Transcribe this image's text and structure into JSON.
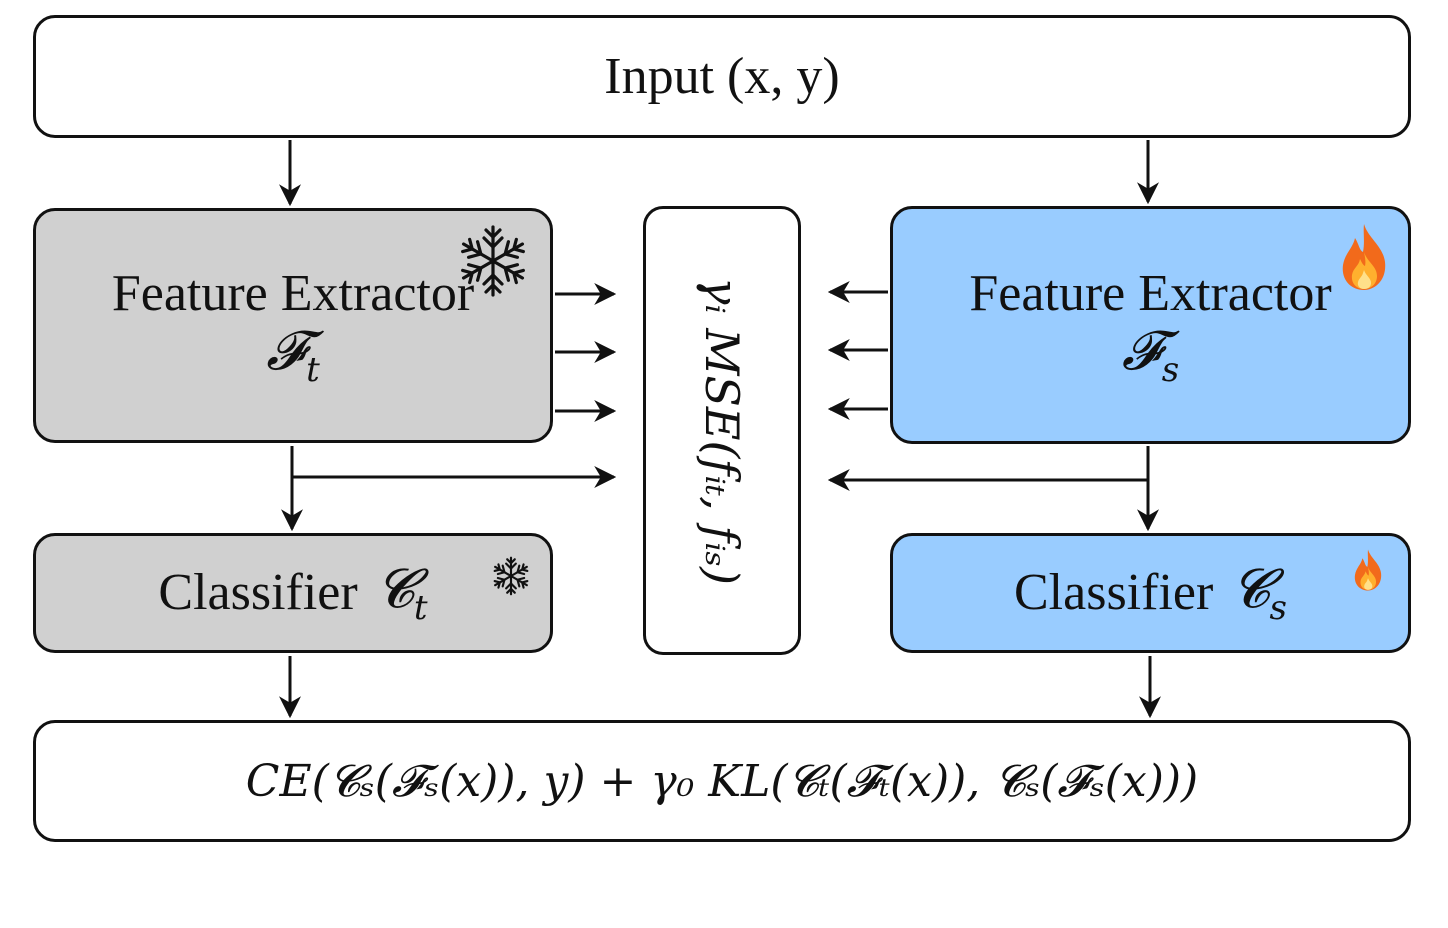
{
  "input": {
    "label": "Input (x, y)"
  },
  "teacher": {
    "extractor_title": "Feature Extractor",
    "extractor_symbol": "𝓕",
    "extractor_sub": "t",
    "classifier_title": "Classifier",
    "classifier_symbol": "𝓒",
    "classifier_sub": "t",
    "state_icon": "snowflake-icon",
    "fill_color": "#d0d0d0"
  },
  "student": {
    "extractor_title": "Feature Extractor",
    "extractor_symbol": "𝓕",
    "extractor_sub": "s",
    "classifier_title": "Classifier",
    "classifier_symbol": "𝓒",
    "classifier_sub": "s",
    "state_icon": "fire-icon",
    "fill_color": "#99ccff"
  },
  "mse": {
    "formula": "γᵢ MSE(fᵢₜ, fᵢₛ)"
  },
  "loss": {
    "formula": "CE(𝓒ₛ(𝓕ₛ(x)), y) + γ₀ KL(𝓒ₜ(𝓕ₜ(x)), 𝓒ₛ(𝓕ₛ(x)))"
  }
}
